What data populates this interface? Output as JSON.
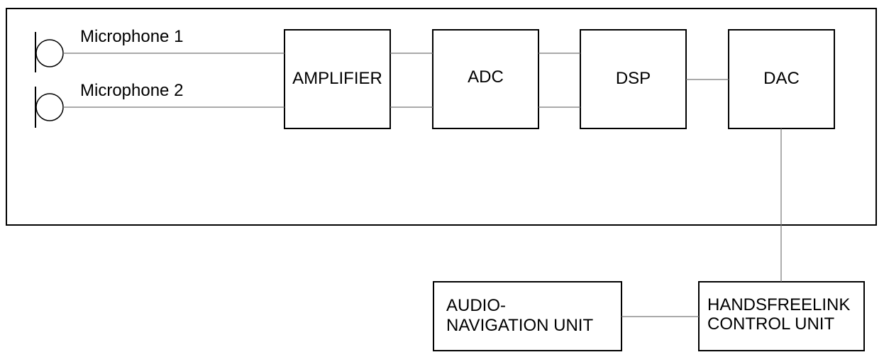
{
  "microphones": [
    {
      "label": "Microphone 1"
    },
    {
      "label": "Microphone 2"
    }
  ],
  "blocks": {
    "amplifier": "AMPLIFIER",
    "adc": "ADC",
    "dsp": "DSP",
    "dac": "DAC",
    "audio_nav_line1": "AUDIO-",
    "audio_nav_line2": "NAVIGATION UNIT",
    "handsfree_line1": "HANDSFREELINK",
    "handsfree_line2": "CONTROL UNIT"
  }
}
